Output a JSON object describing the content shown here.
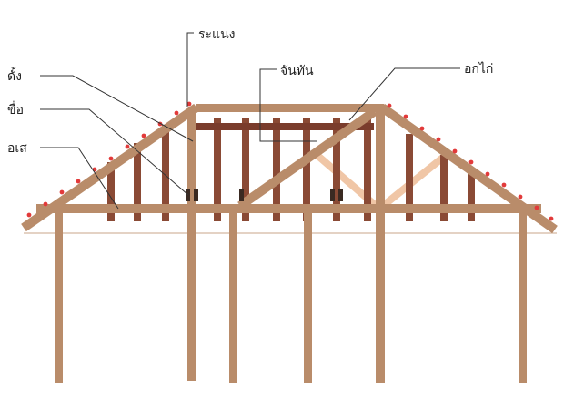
{
  "labels": {
    "ranaeng": "ระแนง",
    "dang": "ดั้ง",
    "khue": "ขื่อ",
    "ose": "อเส",
    "chanthan": "จันทัน",
    "okkai": "อกไก่"
  },
  "colors": {
    "timber": "#b98c6a",
    "timber_dark": "#8a4a35",
    "timber_light": "#f0c6a6",
    "batten": "#e23a3a",
    "joint": "#3a2a22",
    "leader": "#333333",
    "ground_line": "#c9a58a"
  }
}
